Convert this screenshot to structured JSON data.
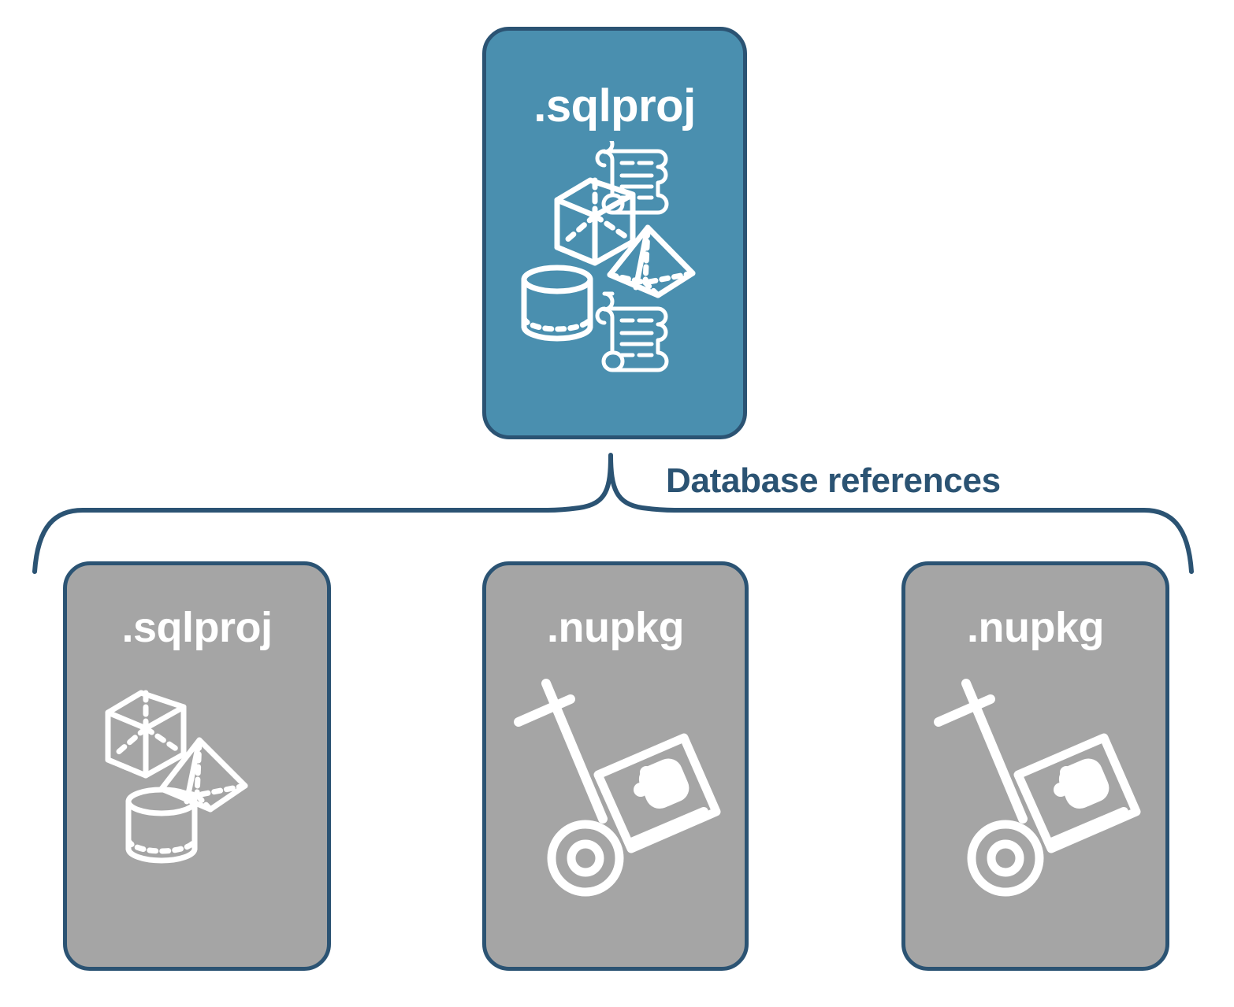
{
  "diagram": {
    "type": "hierarchy",
    "title": "SQL project database references",
    "colors": {
      "root_fill": "#4A8FAF",
      "leaf_fill": "#A5A5A5",
      "border": "#2B5373",
      "label_text": "#2B5373",
      "node_text": "#FFFFFF",
      "background": "#FFFFFF"
    },
    "connector": {
      "style": "curly-brace",
      "label": "Database references"
    },
    "root": {
      "label": ".sqlproj",
      "icons": [
        "cube-icon",
        "pyramid-icon",
        "cylinder-icon",
        "script-scroll-icon",
        "script-scroll-icon"
      ]
    },
    "children": [
      {
        "label": ".sqlproj",
        "icons": [
          "cube-icon",
          "pyramid-icon",
          "cylinder-icon"
        ]
      },
      {
        "label": ".nupkg",
        "icons": [
          "package-dolly-icon"
        ]
      },
      {
        "label": ".nupkg",
        "icons": [
          "package-dolly-icon"
        ]
      }
    ]
  }
}
